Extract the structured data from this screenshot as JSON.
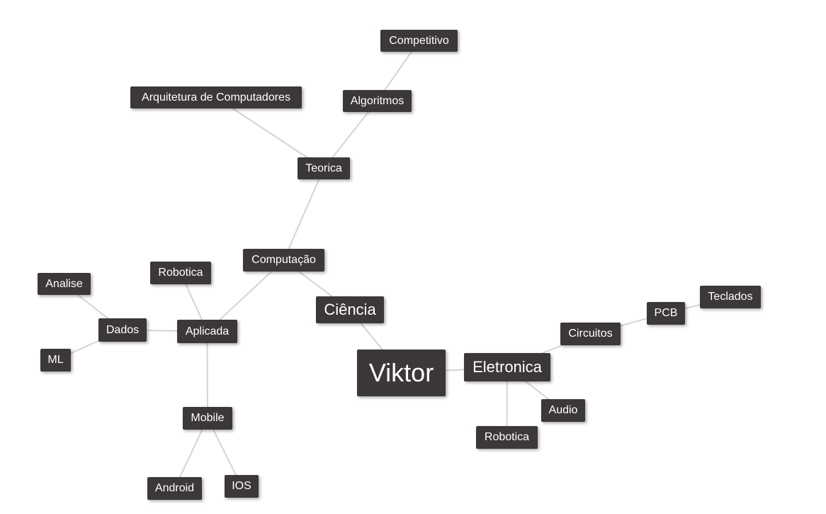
{
  "mindmap": {
    "root": "Viktor",
    "nodes": {
      "viktor": "Viktor",
      "ciencia": "Ciência",
      "computacao": "Computação",
      "teorica": "Teorica",
      "arquitetura": "Arquitetura de Computadores",
      "algoritmos": "Algoritmos",
      "competitivo": "Competitivo",
      "aplicada": "Aplicada",
      "robotica_comp": "Robotica",
      "dados": "Dados",
      "analise": "Analise",
      "ml": "ML",
      "mobile": "Mobile",
      "android": "Android",
      "ios": "IOS",
      "eletronica": "Eletronica",
      "circuitos": "Circuitos",
      "pcb": "PCB",
      "teclados": "Teclados",
      "audio": "Audio",
      "robotica_elet": "Robotica"
    },
    "edges": [
      [
        "viktor",
        "ciencia"
      ],
      [
        "viktor",
        "eletronica"
      ],
      [
        "ciencia",
        "computacao"
      ],
      [
        "computacao",
        "teorica"
      ],
      [
        "teorica",
        "arquitetura"
      ],
      [
        "teorica",
        "algoritmos"
      ],
      [
        "algoritmos",
        "competitivo"
      ],
      [
        "computacao",
        "aplicada"
      ],
      [
        "aplicada",
        "robotica_comp"
      ],
      [
        "aplicada",
        "dados"
      ],
      [
        "dados",
        "analise"
      ],
      [
        "dados",
        "ml"
      ],
      [
        "aplicada",
        "mobile"
      ],
      [
        "mobile",
        "android"
      ],
      [
        "mobile",
        "ios"
      ],
      [
        "eletronica",
        "circuitos"
      ],
      [
        "circuitos",
        "pcb"
      ],
      [
        "pcb",
        "teclados"
      ],
      [
        "eletronica",
        "audio"
      ],
      [
        "eletronica",
        "robotica_elet"
      ]
    ]
  }
}
